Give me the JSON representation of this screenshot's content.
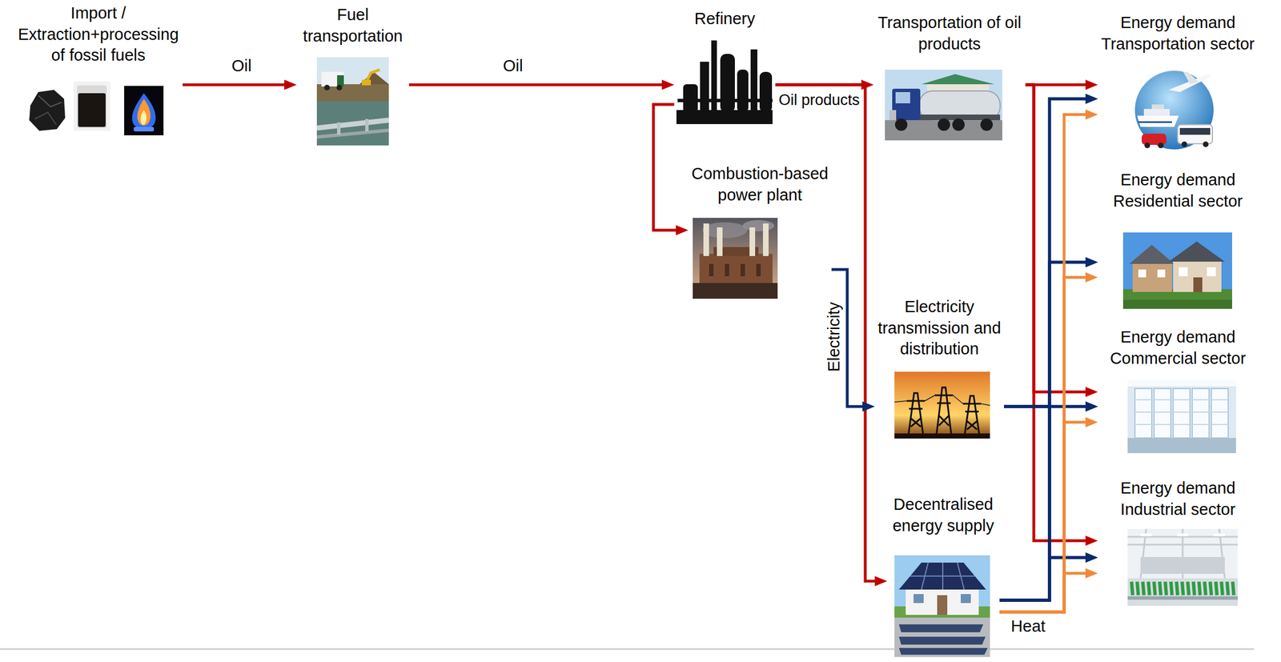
{
  "diagram": {
    "nodes": [
      {
        "text": [
          "Import / Extraction+processing of fossil fuels"
        ]
      },
      {
        "text": [
          "Fuel transportation"
        ]
      },
      {
        "text": [
          "Refinery"
        ]
      },
      {
        "text": [
          "Transportation of oil products"
        ]
      },
      {
        "text": [
          "Energy demand Transportation sector"
        ]
      },
      {
        "text": [
          "Combustion-based power plant"
        ]
      },
      {
        "text": [
          "Energy demand Residential sector"
        ]
      },
      {
        "text": [
          "Electricity transmission and distribution"
        ]
      },
      {
        "text": [
          "Energy demand Commercial sector"
        ]
      },
      {
        "text": [
          "Decentralised energy supply"
        ]
      },
      {
        "text": [
          "Energy demand Industrial sector"
        ]
      }
    ],
    "edges": [
      {
        "from": 0,
        "to": 1,
        "label": "Oil",
        "arrow": "to"
      },
      {
        "from": 1,
        "to": 2,
        "label": "Oil",
        "arrow": "to"
      },
      {
        "from": 2,
        "to": 3,
        "label": "Oil products",
        "arrow": "to"
      },
      {
        "from": 2,
        "to": 5,
        "arrow": "to"
      },
      {
        "from": 2,
        "to": 9,
        "arrow": "to"
      },
      {
        "from": 5,
        "to": 7,
        "label": "Electricity",
        "arrow": "to"
      },
      {
        "from": 3,
        "to": 4,
        "arrow": "to"
      },
      {
        "from": 3,
        "to": 8,
        "arrow": "to"
      },
      {
        "from": 3,
        "to": 10,
        "arrow": "to"
      },
      {
        "from": 7,
        "to": 4,
        "arrow": "to"
      },
      {
        "from": 7,
        "to": 6,
        "arrow": "to"
      },
      {
        "from": 7,
        "to": 8,
        "arrow": "to"
      },
      {
        "from": 7,
        "to": 10,
        "arrow": "to"
      },
      {
        "from": 9,
        "to": 4,
        "arrow": "to"
      },
      {
        "from": 9,
        "to": 6,
        "arrow": "to"
      },
      {
        "from": 9,
        "to": 8,
        "arrow": "to"
      },
      {
        "from": 9,
        "to": 10,
        "arrow": "to"
      },
      {
        "from": 9,
        "to": 4,
        "label": "Heat",
        "arrow": "to"
      },
      {
        "from": 9,
        "to": 6,
        "arrow": "to"
      },
      {
        "from": 9,
        "to": 8,
        "arrow": "to"
      },
      {
        "from": 9,
        "to": 10,
        "arrow": "to"
      }
    ]
  }
}
